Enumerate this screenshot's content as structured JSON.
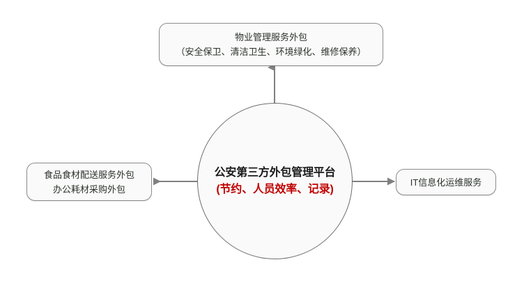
{
  "diagram": {
    "background_color": "#ffffff",
    "node_fill_color": "#fafafa",
    "node_border_color": "#8c8c8c",
    "connector_color": "#808080",
    "accent_color": "#c00000",
    "text_color": "#2b332b",
    "center": {
      "title": "公安第三方外包管理平台",
      "subtitle": "(节约、人员效率、记录)"
    },
    "nodes": {
      "top": {
        "line1": "物业管理服务外包",
        "line2": "（安全保卫、清洁卫生、环境绿化、维修保养）"
      },
      "left": {
        "line1": "食品食材配送服务外包",
        "line2": "办公耗材采购外包"
      },
      "right": {
        "line1": "IT信息化运维服务"
      }
    },
    "connectors": [
      {
        "name": "center-to-top",
        "direction": "up"
      },
      {
        "name": "center-to-left",
        "direction": "left"
      },
      {
        "name": "center-to-right",
        "direction": "right"
      }
    ]
  }
}
